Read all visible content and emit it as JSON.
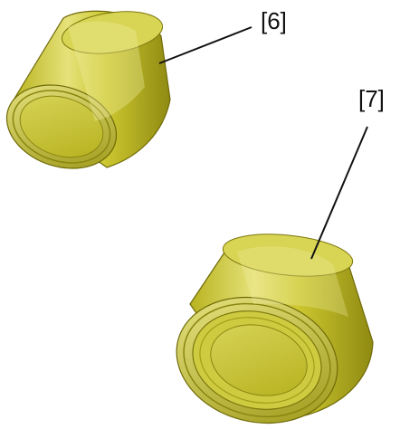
{
  "figure": {
    "callouts": [
      {
        "id": "6",
        "text": "[6]"
      },
      {
        "id": "7",
        "text": "[7]"
      }
    ],
    "parts": [
      {
        "callout": "6",
        "shape": "short-cylinder-cap",
        "color": "#c9c42a"
      },
      {
        "callout": "7",
        "shape": "short-cylinder-cap",
        "color": "#c9c42a"
      }
    ],
    "colors": {
      "body": "#c9c42a",
      "body_shade": "#8f8a12",
      "body_highlight": "#efec8a",
      "edge": "#6f6a08",
      "leader": "#111111",
      "background": "#ffffff"
    }
  }
}
